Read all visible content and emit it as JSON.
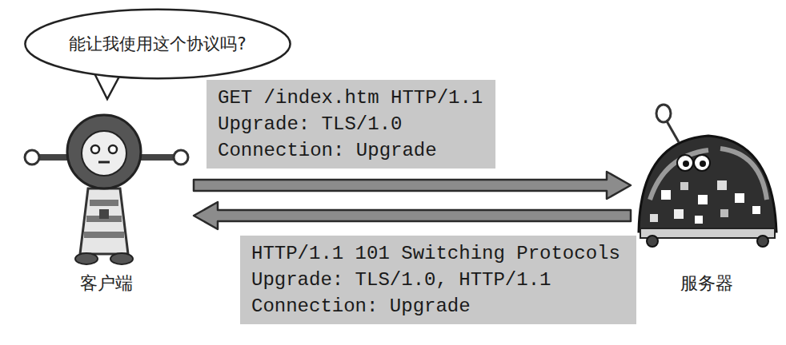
{
  "diagram": {
    "nodes": [
      {
        "text": [
          "能让我使用这个协议吗?"
        ]
      },
      {
        "text": [
          "GET /index.htm HTTP/1.1",
          "Upgrade: TLS/1.0",
          "Connection: Upgrade"
        ]
      },
      {
        "text": [
          "客户端"
        ]
      },
      {
        "text": [
          "HTTP/1.1 101 Switching Protocols",
          "Upgrade: TLS/1.0, HTTP/1.1",
          "Connection: Upgrade"
        ]
      },
      {
        "text": [
          "服务器"
        ]
      }
    ],
    "edges": [
      {
        "from": 2,
        "to": 4,
        "arrow": "to"
      },
      {
        "from": 4,
        "to": 2,
        "arrow": "to"
      }
    ]
  }
}
